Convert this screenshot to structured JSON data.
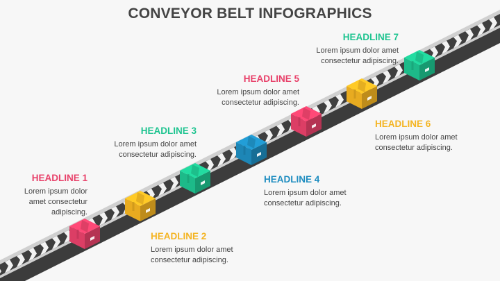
{
  "title": "CONVEYOR BELT INFOGRAPHICS",
  "colors": {
    "pink": "#e8416a",
    "yellow": "#f4b422",
    "green": "#1ec490",
    "blue": "#1e8dc0",
    "belt_top": "#cfcfcf",
    "belt_side": "#3c3c3c",
    "belt_tread": "#404040",
    "text": "#444444"
  },
  "steps": [
    {
      "headline": "HEADLINE 1",
      "text": "Lorem ipsum dolor amet consectetur adipiscing.",
      "color": "#e8416a"
    },
    {
      "headline": "HEADLINE 2",
      "text": "Lorem ipsum dolor amet consectetur adipiscing.",
      "color": "#f4b422"
    },
    {
      "headline": "HEADLINE 3",
      "text": "Lorem ipsum dolor amet consectetur adipiscing.",
      "color": "#1ec490"
    },
    {
      "headline": "HEADLINE 4",
      "text": "Lorem ipsum dolor amet consectetur adipiscing.",
      "color": "#1e8dc0"
    },
    {
      "headline": "HEADLINE 5",
      "text": "Lorem ipsum dolor amet consectetur adipiscing.",
      "color": "#e8416a"
    },
    {
      "headline": "HEADLINE 6",
      "text": "Lorem ipsum dolor amet consectetur adipiscing.",
      "color": "#f4b422"
    },
    {
      "headline": "HEADLINE 7",
      "text": "Lorem ipsum dolor amet consectetur adipiscing.",
      "color": "#1ec490"
    }
  ]
}
